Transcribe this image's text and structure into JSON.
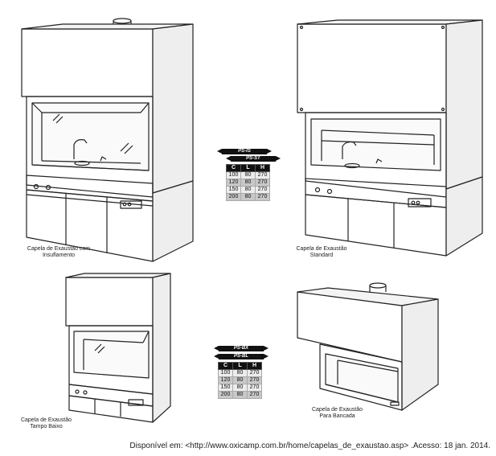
{
  "figures": [
    {
      "id": "insuflamento",
      "caption_lines": [
        "Capela de Exaustão com",
        "Insuflamento"
      ]
    },
    {
      "id": "standard",
      "caption_lines": [
        "Capela de Exaustão",
        "Standard"
      ]
    },
    {
      "id": "tampo-baixo",
      "caption_lines": [
        "Capela de Exaustão",
        "Tampo Baixo"
      ]
    },
    {
      "id": "bancada",
      "caption_lines": [
        "Capela de Exaustão",
        "Para Bancada"
      ]
    }
  ],
  "spec_tables": [
    {
      "models": [
        "PS-IS",
        "PS-ST"
      ],
      "headers": [
        "C",
        "L",
        "H"
      ],
      "rows": [
        [
          "100",
          "80",
          "270"
        ],
        [
          "120",
          "80",
          "270"
        ],
        [
          "150",
          "80",
          "270"
        ],
        [
          "200",
          "80",
          "270"
        ]
      ]
    },
    {
      "models": [
        "PS-BX",
        "PS-BL"
      ],
      "headers": [
        "C",
        "L",
        "H"
      ],
      "rows": [
        [
          "100",
          "80",
          "270"
        ],
        [
          "120",
          "80",
          "270"
        ],
        [
          "150",
          "80",
          "270"
        ],
        [
          "200",
          "80",
          "270"
        ]
      ]
    }
  ],
  "source": "Disponível em: <http://www.oxicamp.com.br/home/capelas_de_exaustao.asp> .Acesso: 18 jan. 2014."
}
